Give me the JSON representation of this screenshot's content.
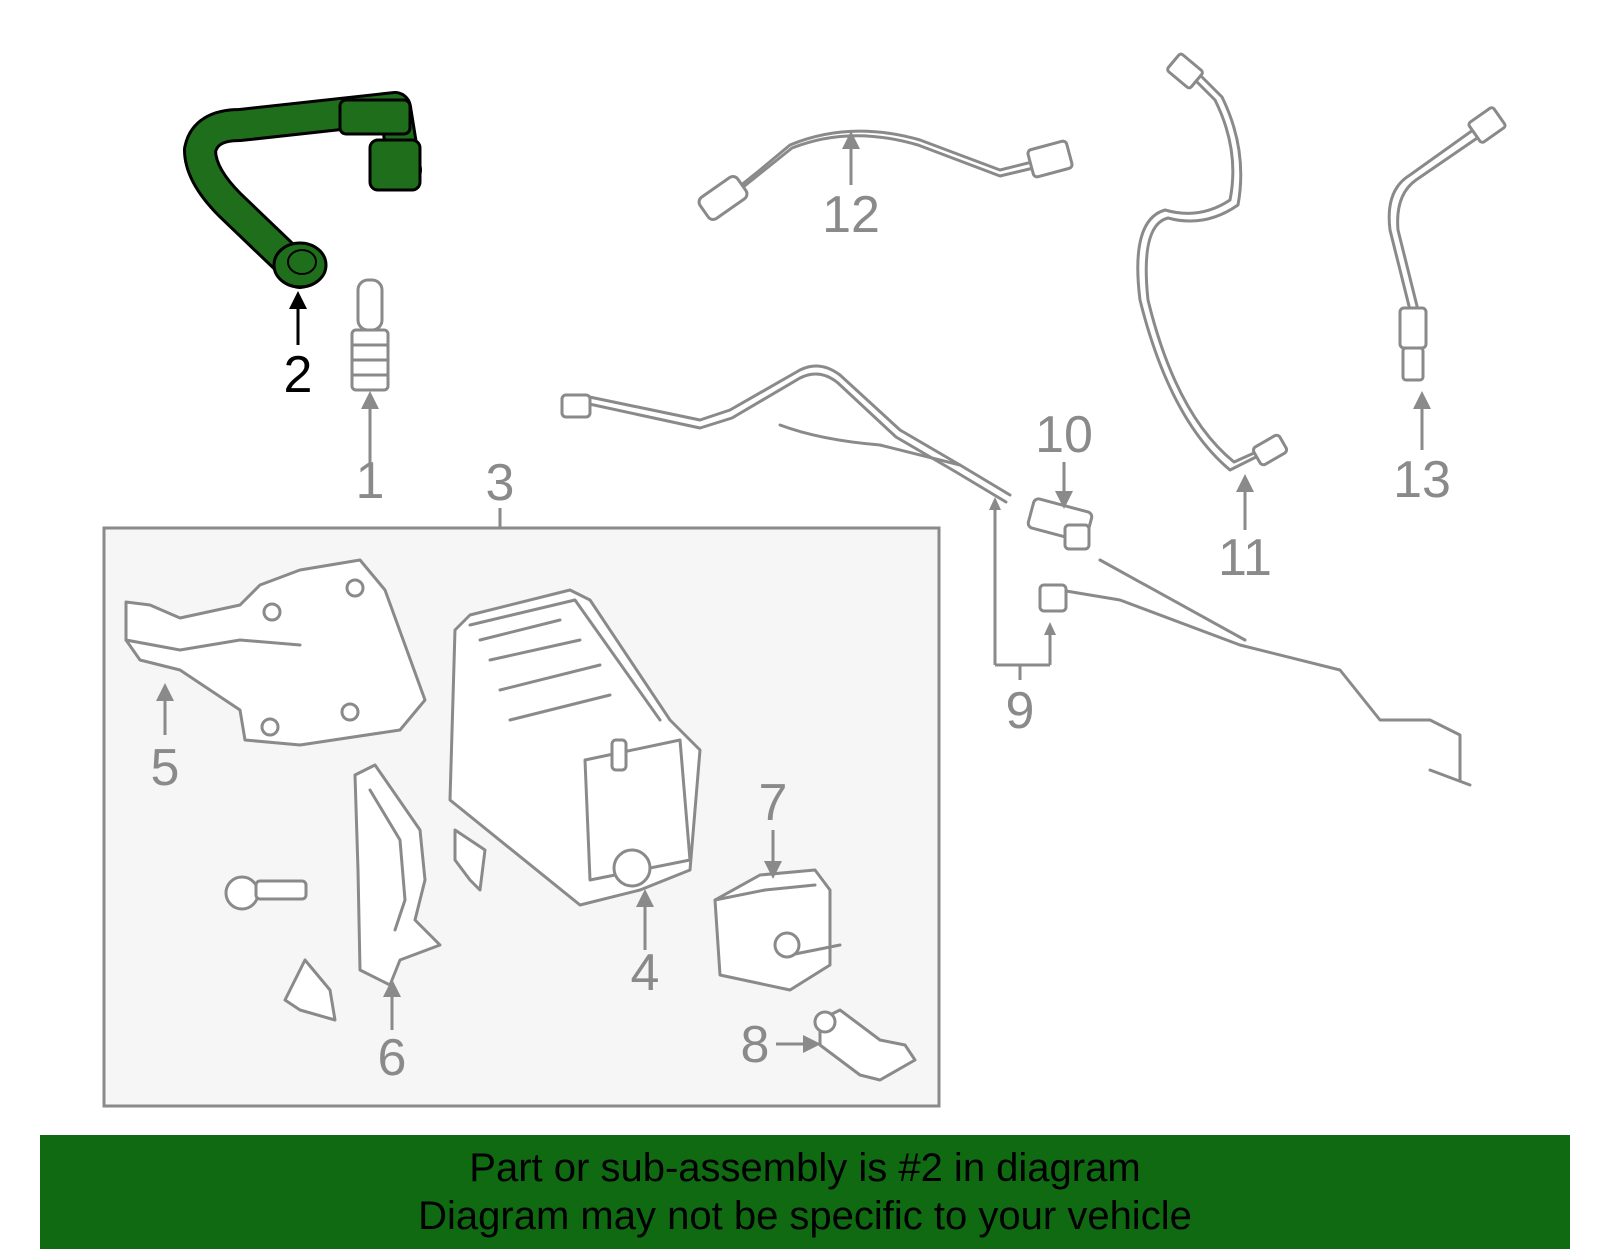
{
  "labels": {
    "l1": "1",
    "l2": "2",
    "l3": "3",
    "l4": "4",
    "l5": "5",
    "l6": "6",
    "l7": "7",
    "l8": "8",
    "l9": "9",
    "l10": "10",
    "l11": "11",
    "l12": "12",
    "l13": "13"
  },
  "highlight": {
    "part": "2",
    "color": "#1f6e1c"
  },
  "banner": {
    "line1": "Part or sub-assembly is #2 in diagram",
    "line2": "Diagram may not be specific to your vehicle",
    "color": "#0f6a12"
  }
}
